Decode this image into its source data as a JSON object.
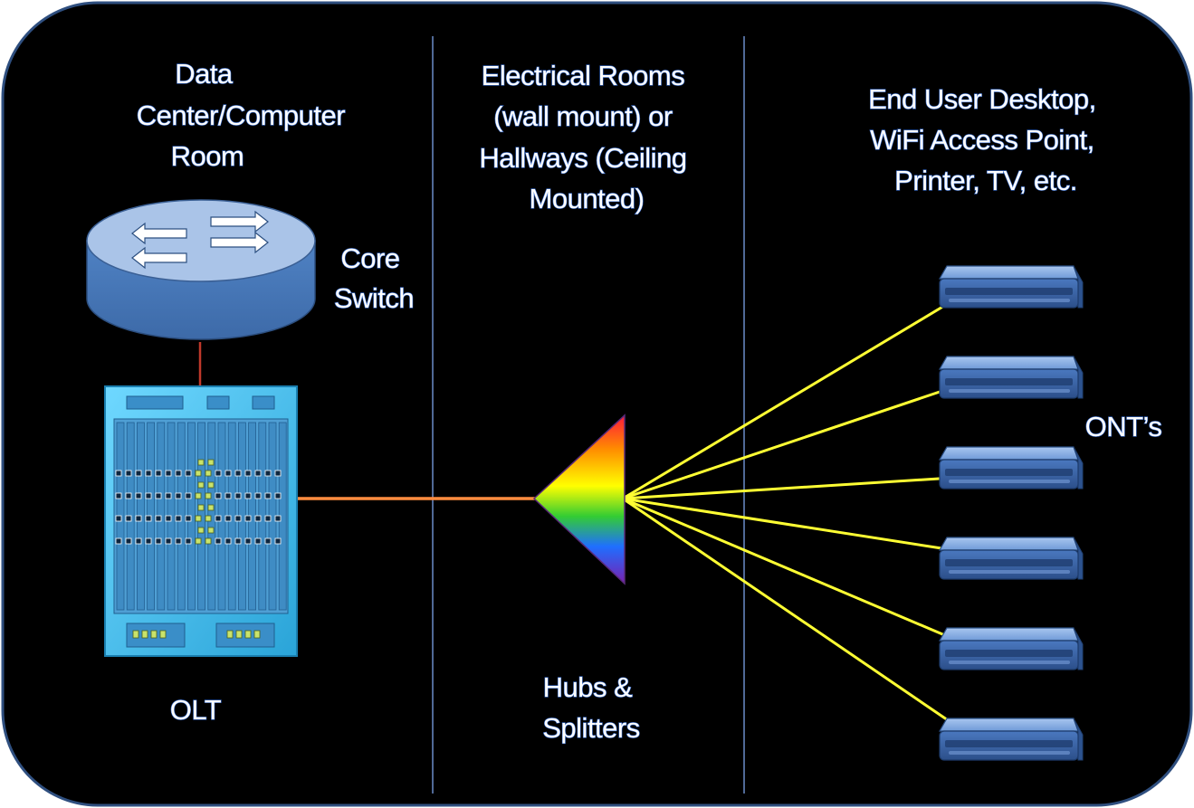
{
  "columns": {
    "data_center": {
      "lines": [
        "Data",
        "Center/Computer",
        "Room"
      ]
    },
    "electrical_rooms": {
      "lines": [
        "Electrical Rooms",
        "(wall mount) or",
        "Hallways (Ceiling",
        "Mounted)"
      ]
    },
    "end_user": {
      "lines": [
        "End User Desktop,",
        "WiFi Access Point,",
        "Printer, TV, etc."
      ]
    }
  },
  "devices": {
    "core_switch": {
      "lines": [
        "Core",
        "Switch"
      ]
    },
    "olt": {
      "label": "OLT"
    },
    "splitter": {
      "lines": [
        "Hubs &",
        "Splitters"
      ]
    },
    "onts": {
      "label": "ONT’s",
      "count": 6
    }
  },
  "colors": {
    "background": "#000000",
    "border": "#2f4f7f",
    "divider": "#6b8cc8",
    "olt_link": "#ff8c40",
    "switch_link": "#c0392b",
    "ont_links": "#ffff33",
    "text": "#ffffff"
  }
}
